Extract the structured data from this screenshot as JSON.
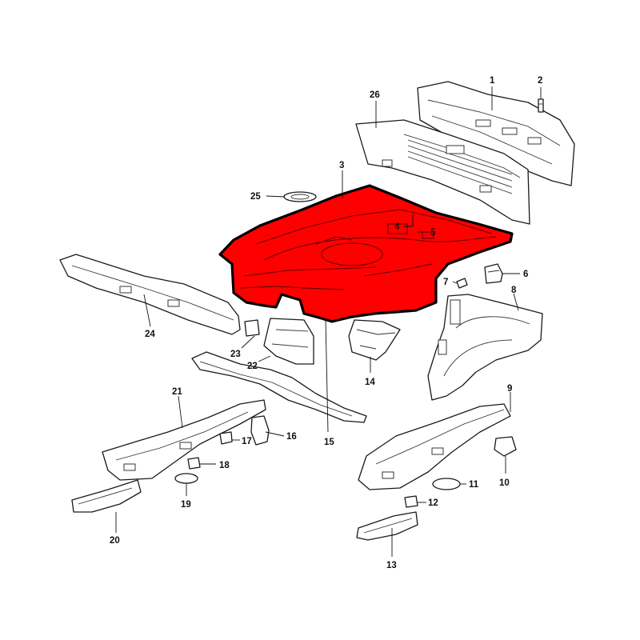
{
  "colors": {
    "highlight": "#ff0000",
    "line": "#1a1a1a",
    "background": "#ffffff"
  },
  "callouts": {
    "c1": "1",
    "c2": "2",
    "c3": "3",
    "c4": "4",
    "c5": "5",
    "c6": "6",
    "c7": "7",
    "c8": "8",
    "c9": "9",
    "c10": "10",
    "c11": "11",
    "c12": "12",
    "c13": "13",
    "c14": "14",
    "c15": "15",
    "c16": "16",
    "c17": "17",
    "c18": "18",
    "c19": "19",
    "c20": "20",
    "c21": "21",
    "c22": "22",
    "c23": "23",
    "c24": "24",
    "c25": "25",
    "c26": "26"
  },
  "highlighted_part": "3"
}
